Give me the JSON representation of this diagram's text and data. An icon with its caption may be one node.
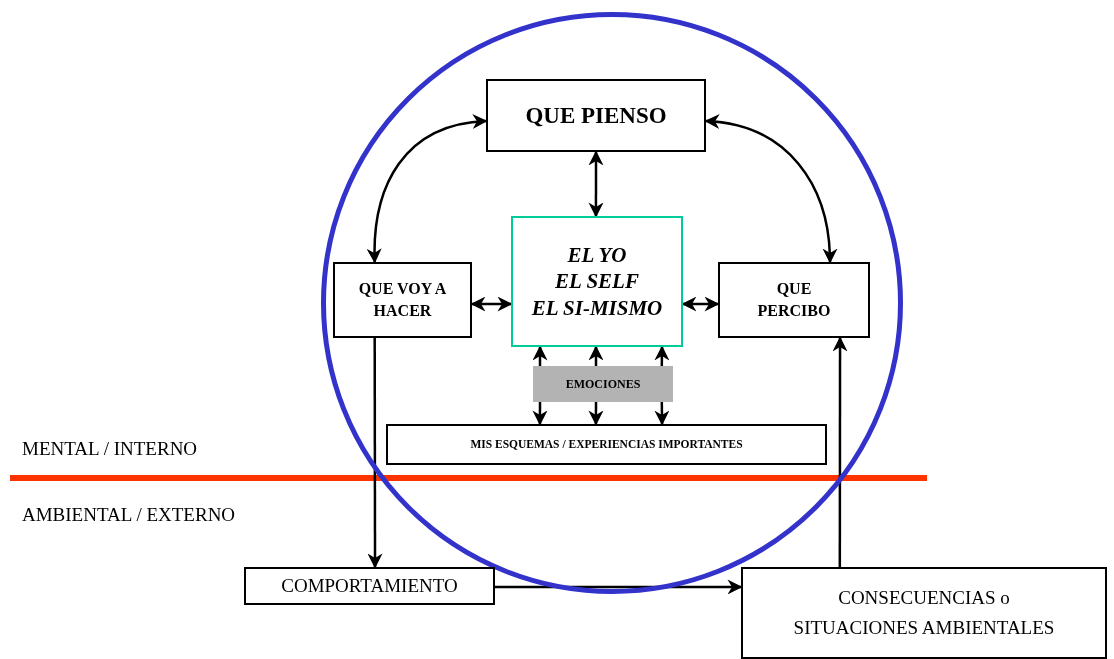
{
  "diagram": {
    "nodes": [
      {
        "text": [],
        "shape": "circle"
      },
      {
        "text": [
          "QUE PIENSO"
        ],
        "in": 0
      },
      {
        "text": [
          "QUE VOY A HACER"
        ],
        "in": 0
      },
      {
        "text": [
          "EL YO",
          "EL SELF",
          "EL SI-MISMO"
        ],
        "in": 0
      },
      {
        "text": [
          "QUE PERCIBO"
        ],
        "in": 0
      },
      {
        "text": [
          "EMOCIONES"
        ],
        "in": 0
      },
      {
        "text": [
          "MIS ESQUEMAS / EXPERIENCIAS IMPORTANTES"
        ],
        "in": 0
      },
      {
        "text": [
          "COMPORTAMIENTO"
        ]
      },
      {
        "text": [
          "CONSECUENCIAS o SITUACIONES AMBIENTALES"
        ]
      }
    ],
    "edges": [
      {
        "from": 1,
        "to": 2,
        "arrow": "both"
      },
      {
        "from": 1,
        "to": 4,
        "arrow": "both"
      },
      {
        "from": 1,
        "to": 3,
        "arrow": "both"
      },
      {
        "from": 2,
        "to": 3,
        "arrow": "both"
      },
      {
        "from": 3,
        "to": 4,
        "arrow": "both"
      },
      {
        "from": 5,
        "to": 3,
        "arrow": "to"
      },
      {
        "from": 5,
        "to": 3,
        "arrow": "to"
      },
      {
        "from": 5,
        "to": 3,
        "arrow": "to"
      },
      {
        "from": 5,
        "to": 6,
        "arrow": "to"
      },
      {
        "from": 5,
        "to": 6,
        "arrow": "to"
      },
      {
        "from": 5,
        "to": 6,
        "arrow": "to"
      },
      {
        "from": 2,
        "to": 7,
        "arrow": "to"
      },
      {
        "from": 7,
        "to": 8,
        "arrow": "to"
      },
      {
        "from": 8,
        "to": 4,
        "arrow": "to"
      }
    ],
    "labels": [
      "MENTAL / INTERNO",
      "AMBIENTAL / EXTERNO"
    ]
  }
}
